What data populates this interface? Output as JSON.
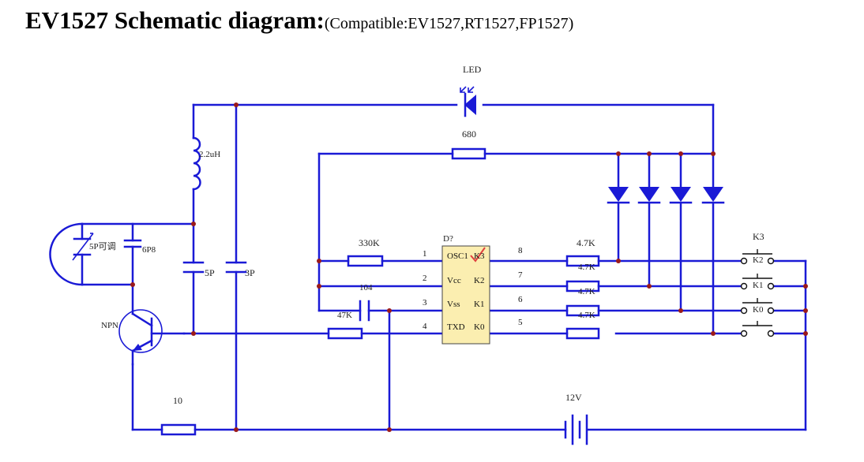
{
  "header": {
    "title": "EV1527 Schematic diagram:",
    "subtitle": "(Compatible:EV1527,RT1527,FP1527)"
  },
  "components": {
    "led": "LED",
    "r680": "680",
    "inductor": "2.2uH",
    "var_cap": "5P可调",
    "cap_6p8": "6P8",
    "cap_5p": "5P",
    "cap_3p": "3P",
    "r330k": "330K",
    "cap_104": "104",
    "r47k": "47K",
    "npn": "NPN",
    "r10": "10",
    "battery": "12V",
    "ic_ref": "D?",
    "r47k_k3": "4.7K",
    "r47k_k2": "4.7K",
    "r47k_k1": "4.7K",
    "r47k_k0": "4.7K"
  },
  "ic": {
    "left_pins": [
      {
        "num": "1",
        "name": "OSC1"
      },
      {
        "num": "2",
        "name": "Vcc"
      },
      {
        "num": "3",
        "name": "Vss"
      },
      {
        "num": "4",
        "name": "TXD"
      }
    ],
    "right_pins": [
      {
        "num": "8",
        "name": "K3"
      },
      {
        "num": "7",
        "name": "K2"
      },
      {
        "num": "6",
        "name": "K1"
      },
      {
        "num": "5",
        "name": "K0"
      }
    ]
  },
  "switches": [
    {
      "label": "K3",
      "inline": "K2"
    },
    {
      "label": "K1",
      "inline": ""
    },
    {
      "label": "K0",
      "inline": ""
    },
    {
      "label": "",
      "inline": ""
    }
  ],
  "colors": {
    "wire": "#1a1ad6",
    "junction": "#9a1a1a",
    "ic_fill": "#fbeeb0",
    "ic_check": "#e04040"
  }
}
